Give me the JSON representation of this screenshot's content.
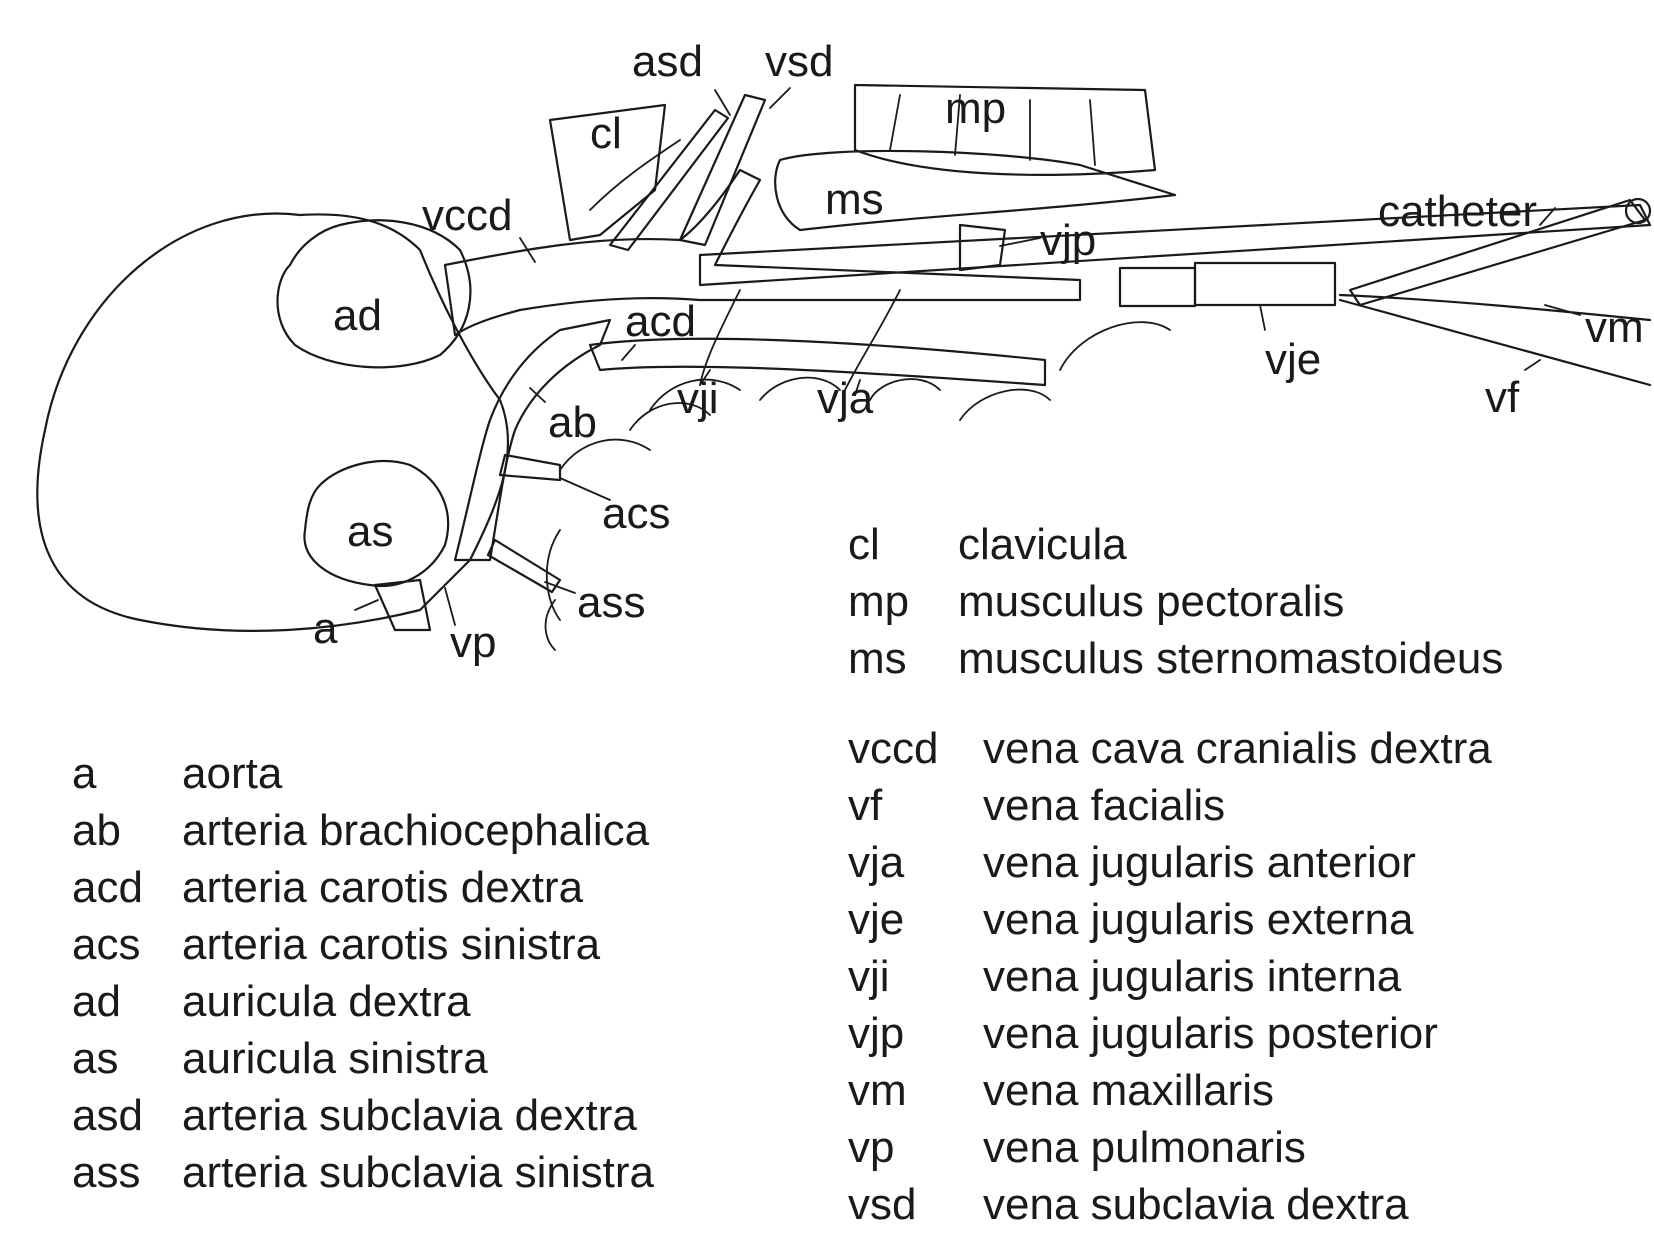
{
  "labels": {
    "asd": "asd",
    "vsd": "vsd",
    "cl": "cl",
    "mp": "mp",
    "ms": "ms",
    "vccd": "vccd",
    "vjp": "vjp",
    "catheter": "catheter",
    "ad": "ad",
    "acd": "acd",
    "vm": "vm",
    "vje": "vje",
    "vji": "vji",
    "vja": "vja",
    "vf": "vf",
    "ab": "ab",
    "acs": "acs",
    "as": "as",
    "ass": "ass",
    "a": "a",
    "vp": "vp"
  },
  "legend_left": [
    {
      "abbr": "a",
      "name": "aorta"
    },
    {
      "abbr": "ab",
      "name": "arteria brachiocephalica"
    },
    {
      "abbr": "acd",
      "name": "arteria carotis dextra"
    },
    {
      "abbr": "acs",
      "name": "arteria carotis sinistra"
    },
    {
      "abbr": "ad",
      "name": "auricula dextra"
    },
    {
      "abbr": "as",
      "name": "auricula sinistra"
    },
    {
      "abbr": "asd",
      "name": "arteria subclavia dextra"
    },
    {
      "abbr": "ass",
      "name": "arteria subclavia sinistra"
    }
  ],
  "legend_right_a": [
    {
      "abbr": "cl",
      "name": "clavicula"
    },
    {
      "abbr": "mp",
      "name": "musculus pectoralis"
    },
    {
      "abbr": "ms",
      "name": "musculus sternomastoideus"
    }
  ],
  "legend_right_b": [
    {
      "abbr": "vccd",
      "name": "vena cava cranialis dextra"
    },
    {
      "abbr": "vf",
      "name": "vena facialis"
    },
    {
      "abbr": "vja",
      "name": "vena jugularis anterior"
    },
    {
      "abbr": "vje",
      "name": "vena jugularis externa"
    },
    {
      "abbr": "vji",
      "name": "vena jugularis interna"
    },
    {
      "abbr": "vjp",
      "name": "vena jugularis posterior"
    },
    {
      "abbr": "vm",
      "name": "vena maxillaris"
    },
    {
      "abbr": "vp",
      "name": "vena pulmonaris"
    },
    {
      "abbr": "vsd",
      "name": "vena subclavia dextra"
    }
  ]
}
